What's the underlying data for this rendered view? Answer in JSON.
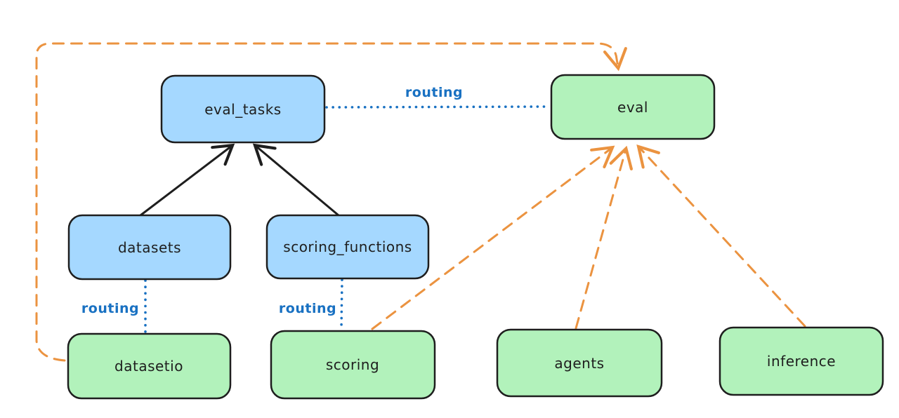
{
  "diagram": {
    "background": "#ffffff",
    "colors": {
      "blue_node_fill": "#a5d8ff",
      "green_node_fill": "#b2f2bb",
      "node_stroke": "#1e1e1e",
      "node_text": "#1e1e1e",
      "routing_color": "#1971c2",
      "provider_color": "#eb9340",
      "inherit_color": "#1e1e1e"
    },
    "nodes": [
      {
        "id": "eval_tasks",
        "label": "eval_tasks",
        "kind": "resource"
      },
      {
        "id": "eval",
        "label": "eval",
        "kind": "api"
      },
      {
        "id": "datasets",
        "label": "datasets",
        "kind": "resource"
      },
      {
        "id": "scoring_functions",
        "label": "scoring_functions",
        "kind": "resource"
      },
      {
        "id": "datasetio",
        "label": "datasetio",
        "kind": "api"
      },
      {
        "id": "scoring",
        "label": "scoring",
        "kind": "api"
      },
      {
        "id": "agents",
        "label": "agents",
        "kind": "api"
      },
      {
        "id": "inference",
        "label": "inference",
        "kind": "api"
      }
    ],
    "edge_labels": [
      {
        "id": "routing-eval-tasks-eval",
        "text": "routing"
      },
      {
        "id": "routing-datasets-datasetio",
        "text": "routing"
      },
      {
        "id": "routing-scoringfns-scoring",
        "text": "routing"
      }
    ],
    "edges": [
      {
        "from": "datasets",
        "to": "eval_tasks",
        "style": "solid-arrow"
      },
      {
        "from": "scoring_functions",
        "to": "eval_tasks",
        "style": "solid-arrow"
      },
      {
        "from": "eval_tasks",
        "to": "eval",
        "style": "dotted",
        "label": "routing"
      },
      {
        "from": "datasets",
        "to": "datasetio",
        "style": "dotted",
        "label": "routing"
      },
      {
        "from": "scoring_functions",
        "to": "scoring",
        "style": "dotted",
        "label": "routing"
      },
      {
        "from": "datasetio",
        "to": "eval",
        "style": "dashed-arrow"
      },
      {
        "from": "scoring",
        "to": "eval",
        "style": "dashed-arrow"
      },
      {
        "from": "agents",
        "to": "eval",
        "style": "dashed-arrow"
      },
      {
        "from": "inference",
        "to": "eval",
        "style": "dashed-arrow"
      }
    ]
  }
}
